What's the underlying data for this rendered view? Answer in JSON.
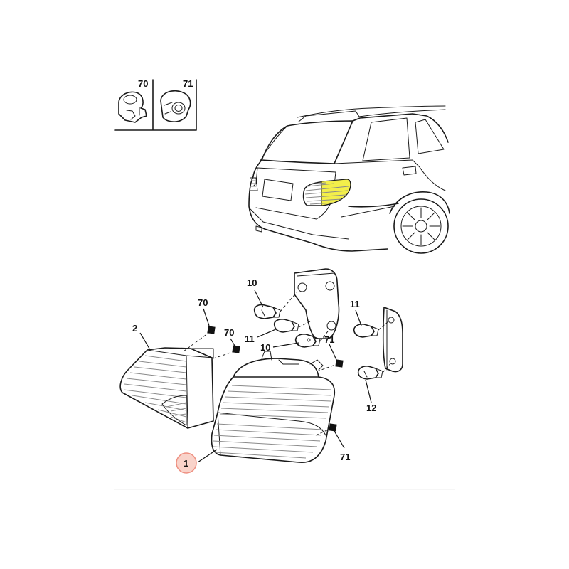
{
  "labels": {
    "inset_a": "70",
    "inset_b": "71",
    "bulb_10_upper": "10",
    "bulb_10_lower": "10",
    "bulb_11_left": "11",
    "bulb_11_right": "11",
    "bulb_12": "12",
    "clip_70_left": "70",
    "clip_70_mid": "70",
    "clip_71_upper": "71",
    "clip_71_lower": "71",
    "lamp_2": "2",
    "lamp_1": "1"
  },
  "colors": {
    "line": "#1a1a1a",
    "highlight_fill": "#f3ef4a",
    "marker_fill": "#f7c4b8",
    "marker_ring": "#ee8f80"
  },
  "icons": {
    "clip_square": "filled-square",
    "bulb": "wedge-bulb",
    "nut": "hex-nut"
  }
}
